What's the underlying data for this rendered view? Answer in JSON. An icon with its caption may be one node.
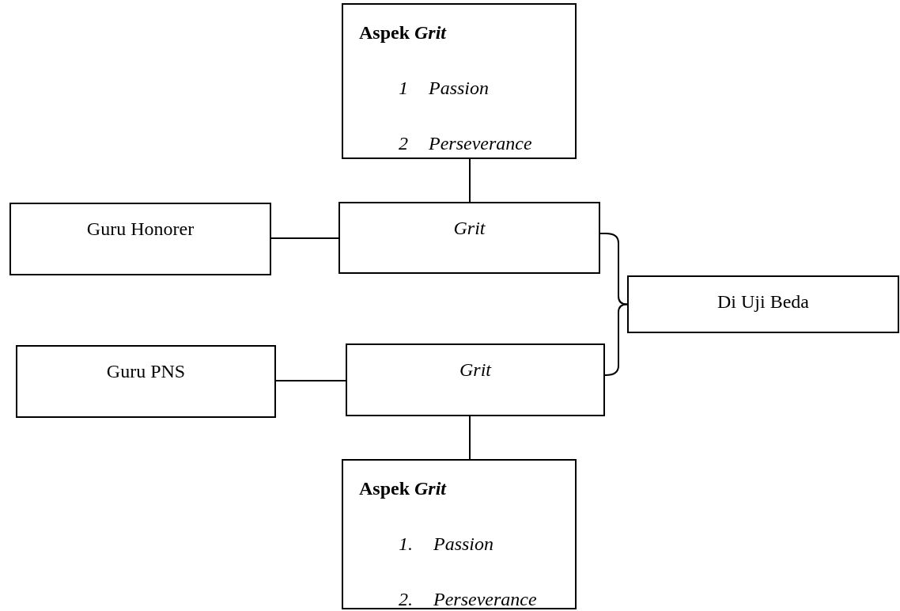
{
  "diagram": {
    "nodes": [
      {
        "text": [
          "Aspek *Grit*",
          "1 Passion",
          "2 Perseverance"
        ]
      },
      {
        "text": [
          "Guru Honorer"
        ]
      },
      {
        "text": [
          "Grit"
        ]
      },
      {
        "text": [
          "Di Uji Beda"
        ]
      },
      {
        "text": [
          "Guru PNS"
        ]
      },
      {
        "text": [
          "Grit"
        ]
      },
      {
        "text": [
          "Aspek *Grit*",
          "1. Passion",
          "2. Perseverance"
        ]
      }
    ],
    "edges": [
      {
        "from": 0,
        "to": 2,
        "arrow": "none"
      },
      {
        "from": 1,
        "to": 2,
        "arrow": "none"
      },
      {
        "from": 2,
        "to": 3,
        "arrow": "none"
      },
      {
        "from": 4,
        "to": 5,
        "arrow": "none"
      },
      {
        "from": 5,
        "to": 3,
        "arrow": "none"
      },
      {
        "from": 5,
        "to": 6,
        "arrow": "none"
      }
    ]
  }
}
